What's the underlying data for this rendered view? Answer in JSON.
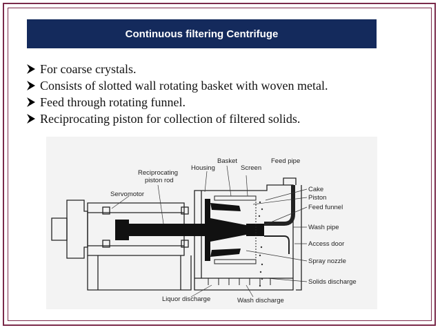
{
  "title": "Continuous filtering Centrifuge",
  "bullets": [
    "For coarse crystals.",
    "Consists of slotted wall rotating basket with woven metal.",
    "Feed through rotating funnel.",
    "Reciprocating piston for collection of filtered solids."
  ],
  "bullet_icon": "arrowhead-icon",
  "colors": {
    "title_bg": "#142a5c",
    "frame": "#7a2a4a"
  },
  "diagram": {
    "labels": {
      "reciprocating_piston_rod": [
        "Reciprocating",
        "piston rod"
      ],
      "servomotor": "Servomotor",
      "housing": "Housing",
      "basket": "Basket",
      "screen": "Screen",
      "feed_pipe": "Feed pipe",
      "cake": "Cake",
      "piston": "Piston",
      "feed_funnel": "Feed funnel",
      "wash_pipe": "Wash pipe",
      "access_door": "Access door",
      "spray_nozzle": "Spray nozzle",
      "solids_discharge": "Solids discharge",
      "liquor_discharge": "Liquor discharge",
      "wash_discharge": "Wash discharge"
    }
  }
}
